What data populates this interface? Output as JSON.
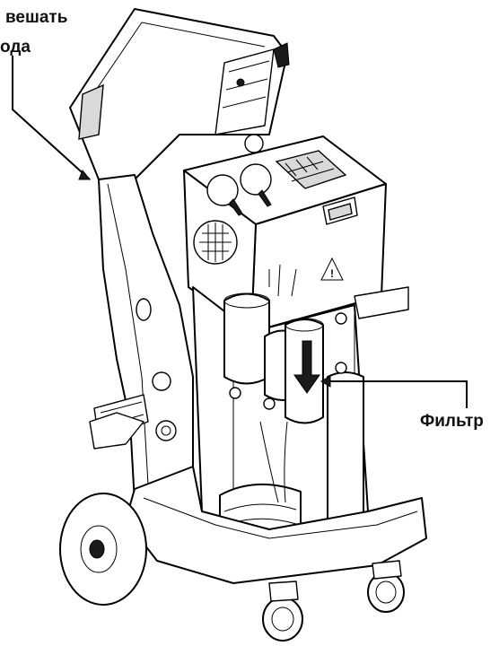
{
  "labels": {
    "top_line_1": "вешать",
    "top_line_2": "ода",
    "filter": "Фильтр"
  },
  "icons": {
    "arrow": "down-arrow-icon",
    "warning": "warning-triangle-icon"
  }
}
